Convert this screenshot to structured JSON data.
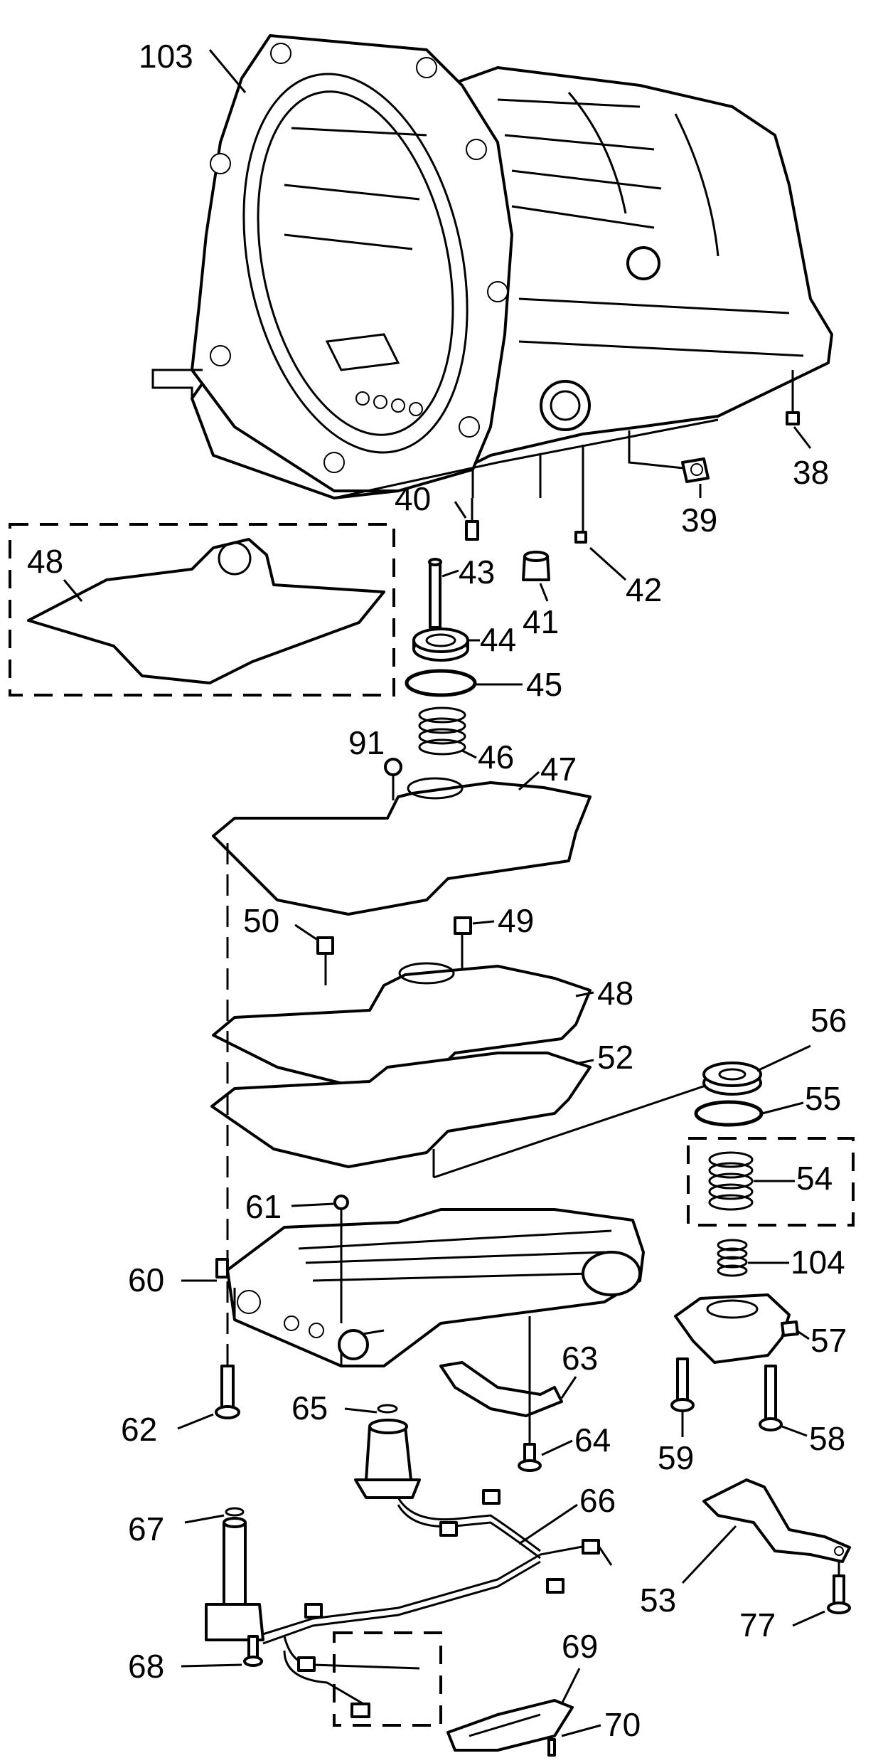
{
  "callouts": {
    "c103": "103",
    "c38": "38",
    "c39": "39",
    "c40": "40",
    "c41": "41",
    "c42": "42",
    "c43": "43",
    "c44": "44",
    "c45": "45",
    "c46": "46",
    "c47": "47",
    "c48a": "48",
    "c48b": "48",
    "c49": "49",
    "c50": "50",
    "c52": "52",
    "c53": "53",
    "c54": "54",
    "c55": "55",
    "c56": "56",
    "c57": "57",
    "c58": "58",
    "c59": "59",
    "c60": "60",
    "c61": "61",
    "c62": "62",
    "c63": "63",
    "c64": "64",
    "c65": "65",
    "c66": "66",
    "c67": "67",
    "c68": "68",
    "c69": "69",
    "c70": "70",
    "c77": "77",
    "c91": "91",
    "c104": "104"
  }
}
